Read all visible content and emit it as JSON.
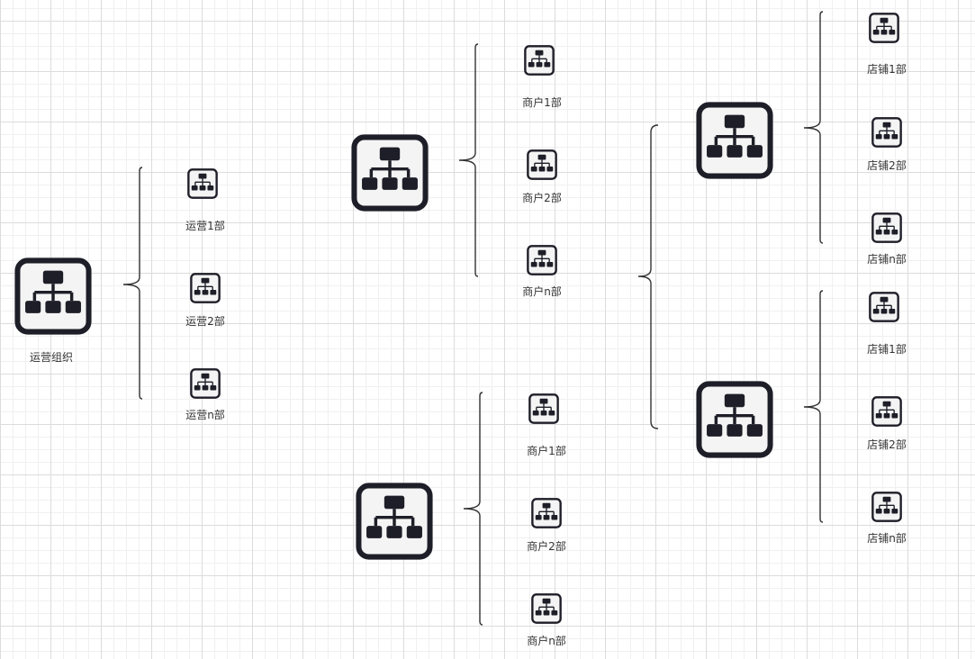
{
  "root": {
    "label": "运营组织"
  },
  "ops_group": {
    "items": [
      "运营1部",
      "运营2部",
      "运营n部"
    ]
  },
  "merchant_group_a": {
    "items": [
      "商户1部",
      "商户2部",
      "商户n部"
    ]
  },
  "merchant_group_b": {
    "items": [
      "商户1部",
      "商户2部",
      "商户n部"
    ]
  },
  "store_group_a": {
    "items": [
      "店铺1部",
      "店铺2部",
      "店铺n部"
    ]
  },
  "store_group_b": {
    "items": [
      "店铺1部",
      "店铺2部",
      "店铺n部"
    ]
  },
  "colors": {
    "icon": "#1e1e28",
    "icon_bg": "#f4f4f4",
    "bracket": "#333333",
    "label": "#333333"
  },
  "icon_name": "org-chart-icon"
}
